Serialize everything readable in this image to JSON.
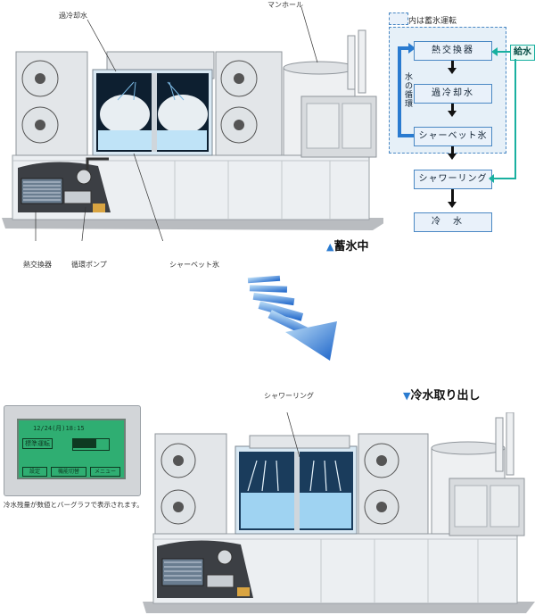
{
  "top_labels": {
    "supercooled_water": "過冷却水",
    "manhole": "マンホール",
    "heat_exchanger": "熱交換器",
    "circulation_pump": "循環ポンプ",
    "sherbet_ice": "シャーベット氷"
  },
  "flow": {
    "legend": "内は蓄氷運転",
    "supply_water": "給水",
    "water_circulation": "水の循環",
    "steps": [
      "熱交換器",
      "過冷却水",
      "シャーベット氷",
      "シャワーリング",
      "冷水"
    ]
  },
  "modes": {
    "storage": "蓄氷中",
    "extraction": "冷水取り出し"
  },
  "bottom_labels": {
    "shower_ring": "シャワーリング",
    "panel_caption": "冷水残量が数値とバーグラフで表示されます。"
  },
  "panel": {
    "datetime": "12/24(月)18:15",
    "mode_text": "標準運転",
    "buttons": [
      "設定",
      "機能切替",
      "メニュー"
    ]
  },
  "colors": {
    "accent_blue": "#2a7bd0",
    "supply_teal": "#19b0a0",
    "lcd_green": "#2fae72"
  }
}
